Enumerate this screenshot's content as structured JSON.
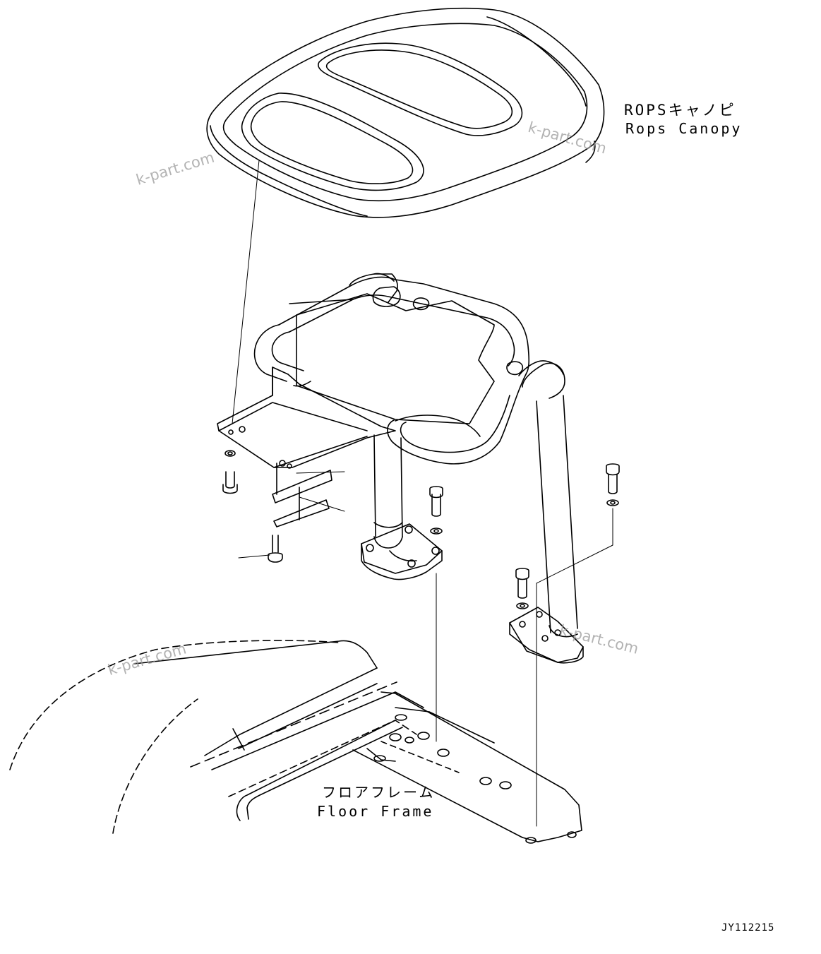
{
  "labels": {
    "canopy_ja": "ROPSキャノピ",
    "canopy_en": "Rops Canopy",
    "floor_ja": "フロアフレーム",
    "floor_en": "Floor Frame",
    "drawing_code": "JY112215"
  },
  "watermarks": [
    "k-part.com",
    "k-part.com",
    "k-part.com",
    "k-part.com"
  ],
  "colors": {
    "line": "#000000",
    "background": "#ffffff",
    "watermark": "#9a9a9a"
  }
}
